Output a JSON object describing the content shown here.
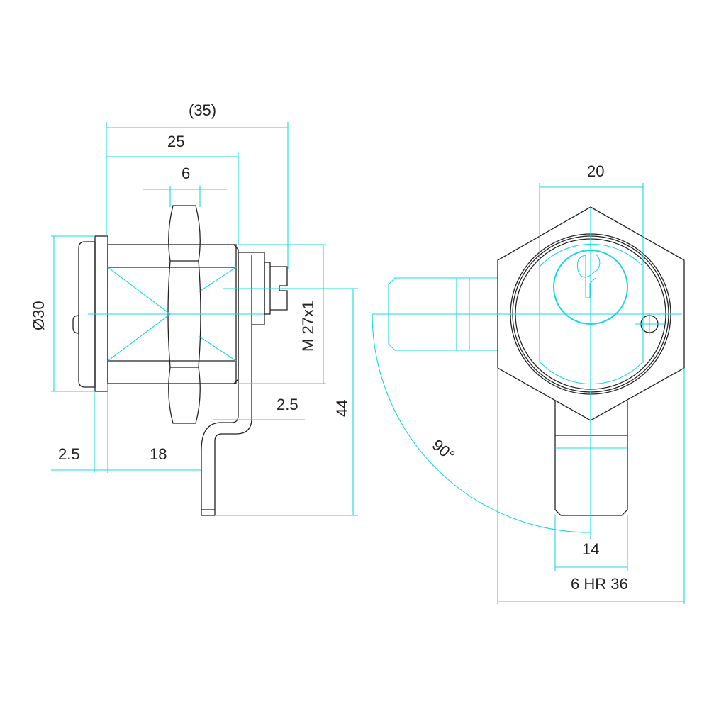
{
  "colors": {
    "outline": "#222222",
    "dimension": "#19d9e0",
    "background": "#ffffff"
  },
  "side_view": {
    "dim_overall": "(35)",
    "dim_body": "25",
    "dim_nut": "6",
    "dim_diameter": "Ø30",
    "dim_thread": "M 27x1",
    "dim_bracket_thickness": "2.5",
    "dim_height": "44",
    "dim_flange": "2.5",
    "dim_length": "18"
  },
  "front_view": {
    "dim_width": "20",
    "dim_cam": "14",
    "dim_hex": "6 HR 36",
    "dim_angle": "90°"
  }
}
